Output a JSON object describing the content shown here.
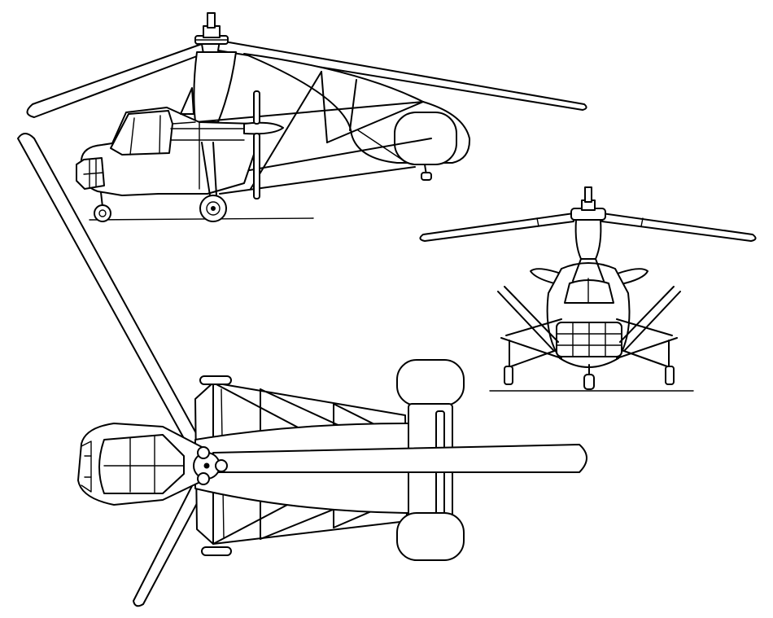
{
  "figure": {
    "colors": {
      "line": "#000000",
      "background": "#ffffff"
    },
    "views": [
      "side-view",
      "front-view",
      "top-view"
    ]
  }
}
